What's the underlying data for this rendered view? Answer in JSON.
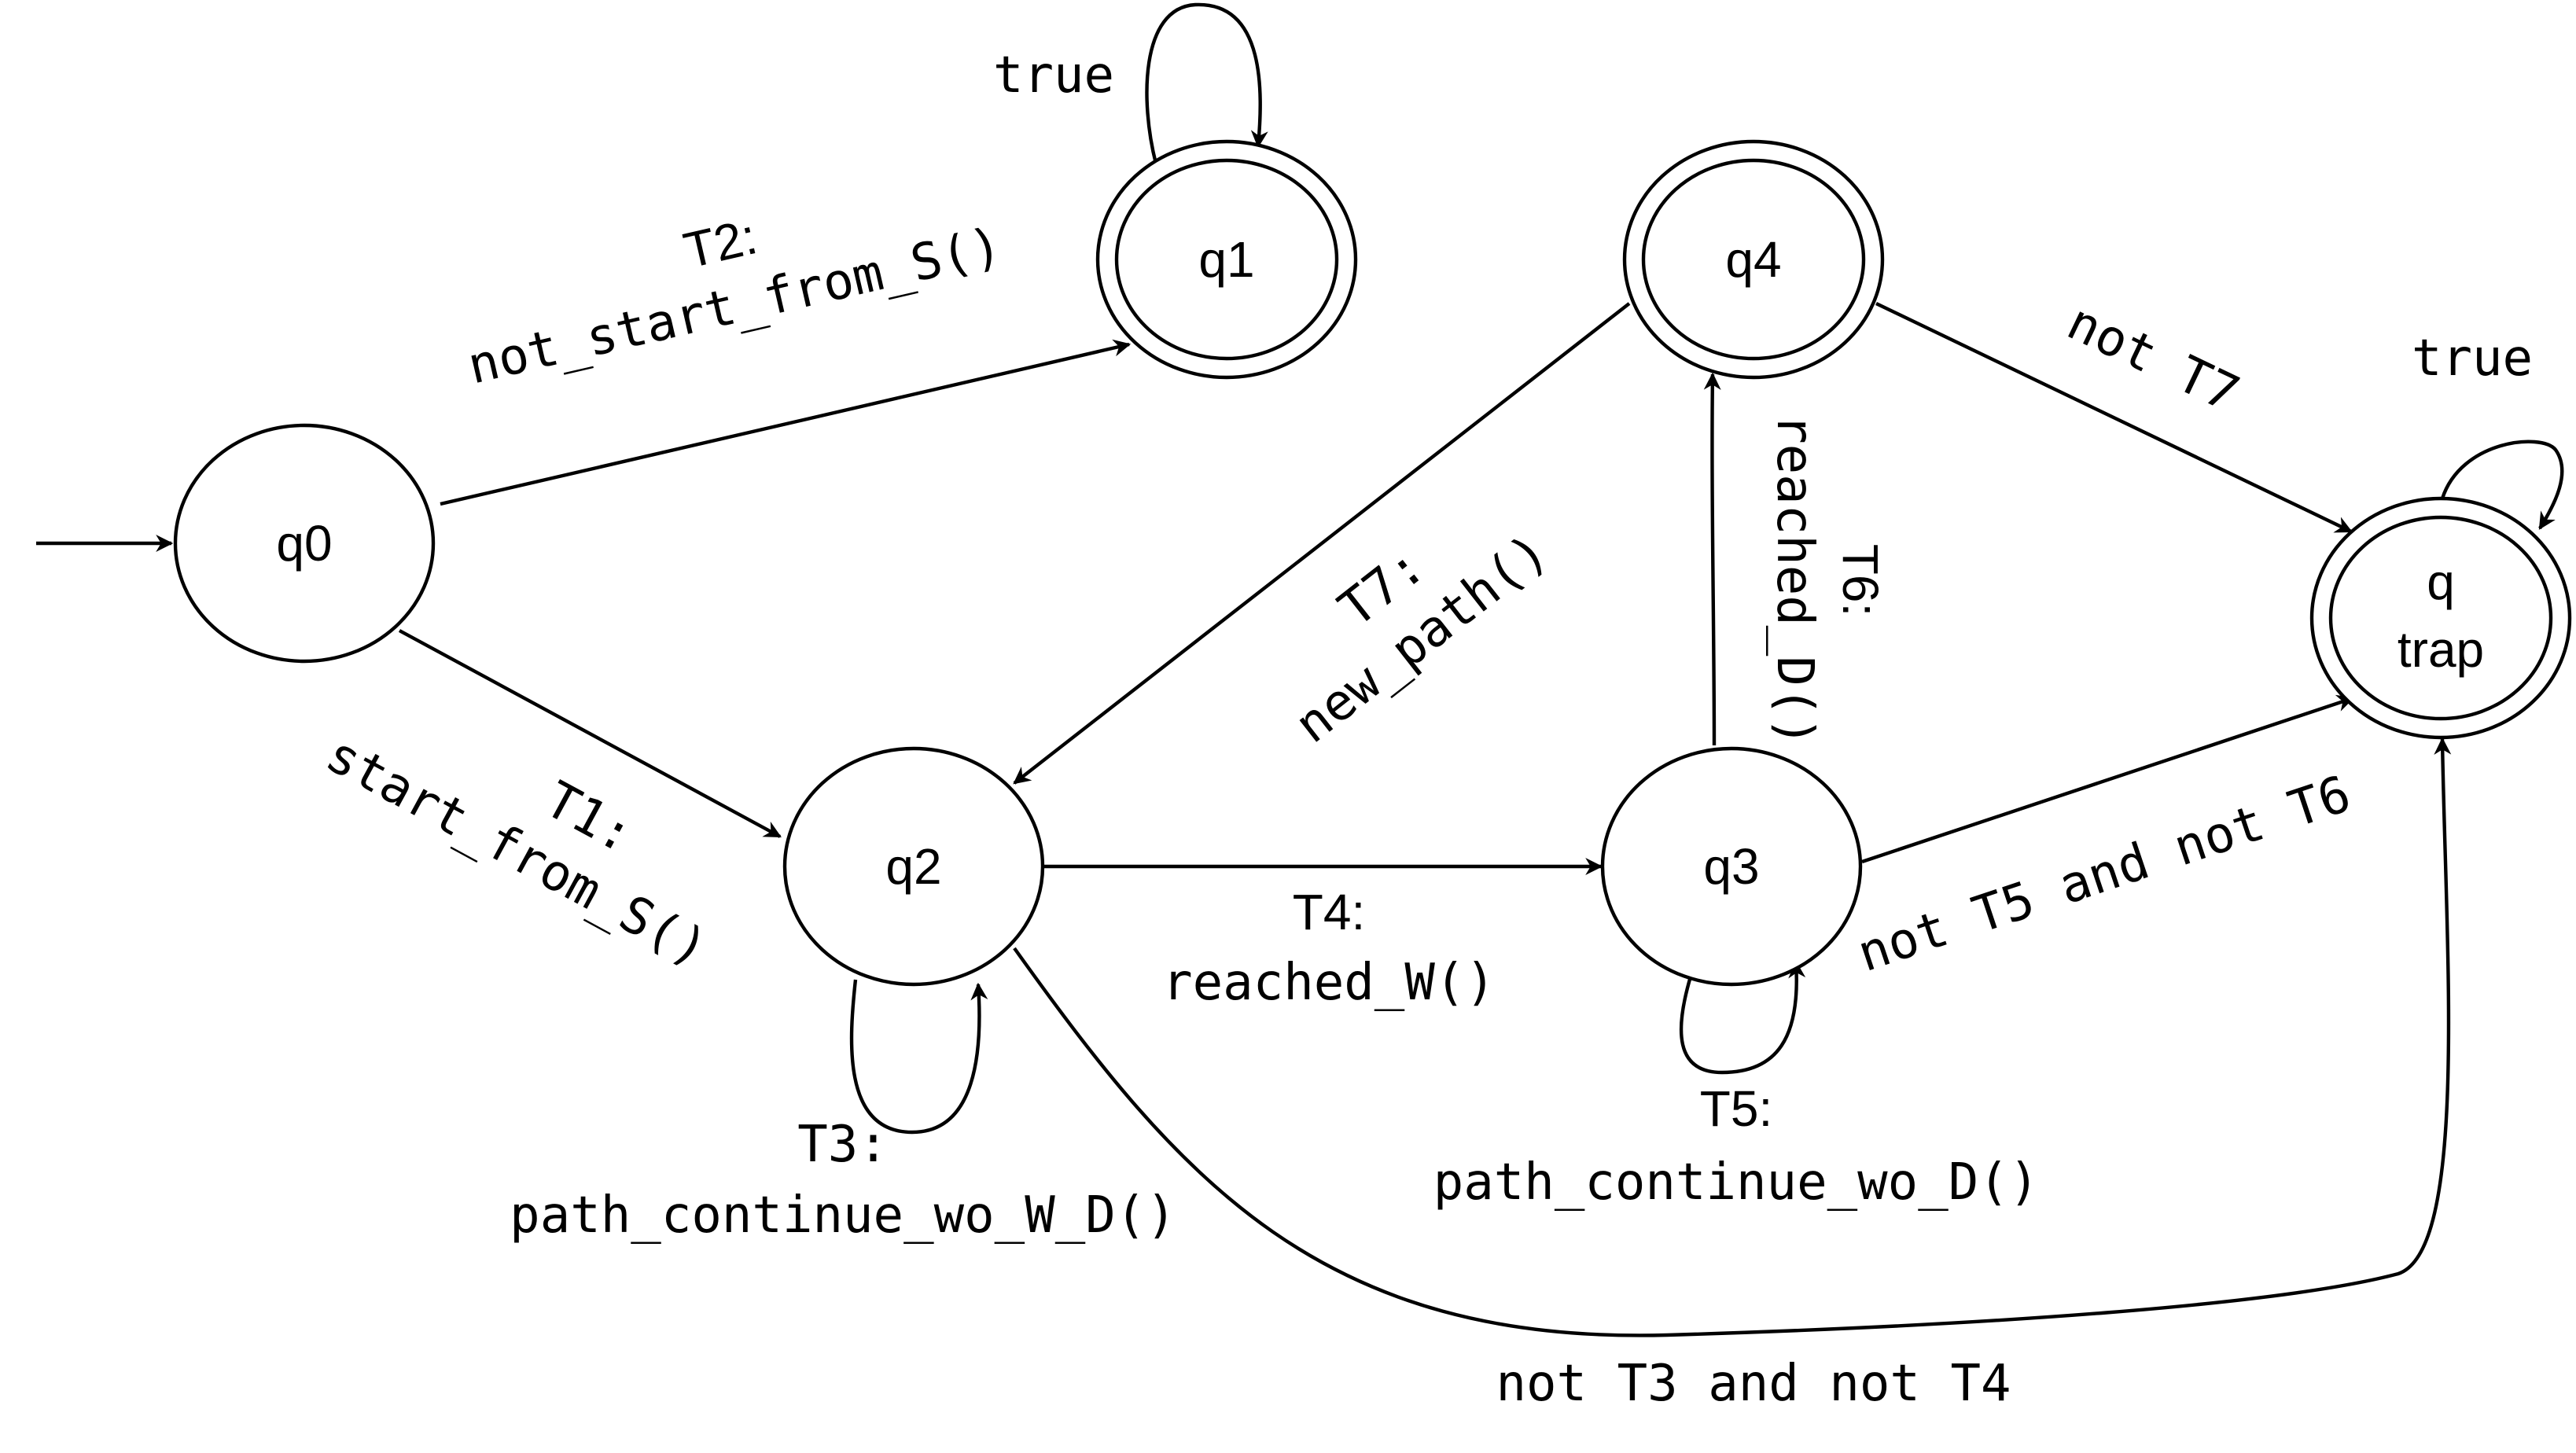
{
  "states": {
    "q0": "q0",
    "q1": "q1",
    "q2": "q2",
    "q3": "q3",
    "q4": "q4",
    "qtrap_line1": "q",
    "qtrap_line2": "trap"
  },
  "edge_labels": {
    "q1_self": "true",
    "qtrap_self": "true",
    "t1_name": "T1:",
    "t1_func": "start_from_S()",
    "t2_name": "T2:",
    "t2_func": "not_start_from_S()",
    "t3_name": "T3:",
    "t3_func": "path_continue_wo_W_D()",
    "t4_name": "T4:",
    "t4_func": "reached_W()",
    "t5_name": "T5:",
    "t5_func": "path_continue_wo_D()",
    "t6_name": "T6:",
    "t6_func": "reached_D()",
    "t7_name": "T7:",
    "t7_func": "new_path()",
    "q4_to_trap": "not T7",
    "q3_to_trap": "not T5 and not T6",
    "q2_to_trap": "not T3 and not T4"
  }
}
